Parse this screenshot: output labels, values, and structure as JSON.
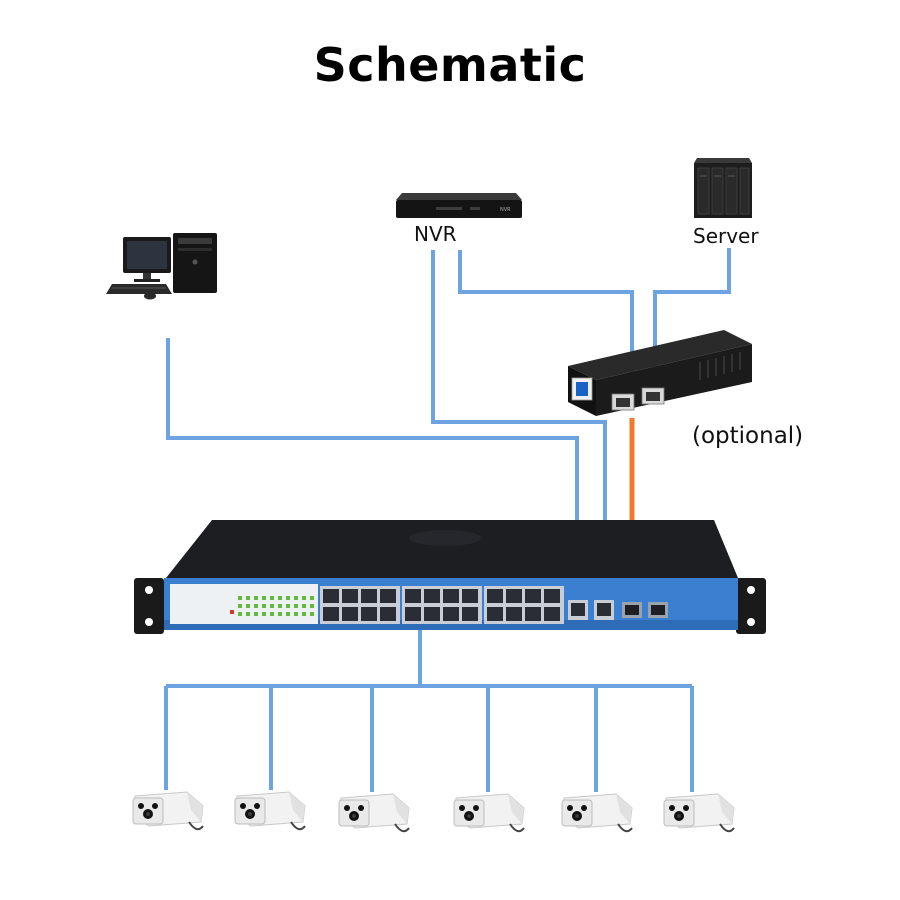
{
  "title": "Schematic",
  "labels": {
    "nvr_caption": "NVR",
    "server_caption": "Server",
    "optional_caption": "(optional)"
  },
  "device_text": {
    "nvr_brand": "NVR"
  },
  "colors": {
    "ethernet_line": "#6da3e0",
    "fiber_line": "#ef7a2e",
    "switch_body": "#1d1e22",
    "switch_front": "#3b7fd1"
  },
  "icons": [
    "desktop-computer-icon",
    "nvr-device-icon",
    "server-rack-icon",
    "media-converter-icon",
    "poe-switch-icon",
    "bullet-camera-icon"
  ]
}
